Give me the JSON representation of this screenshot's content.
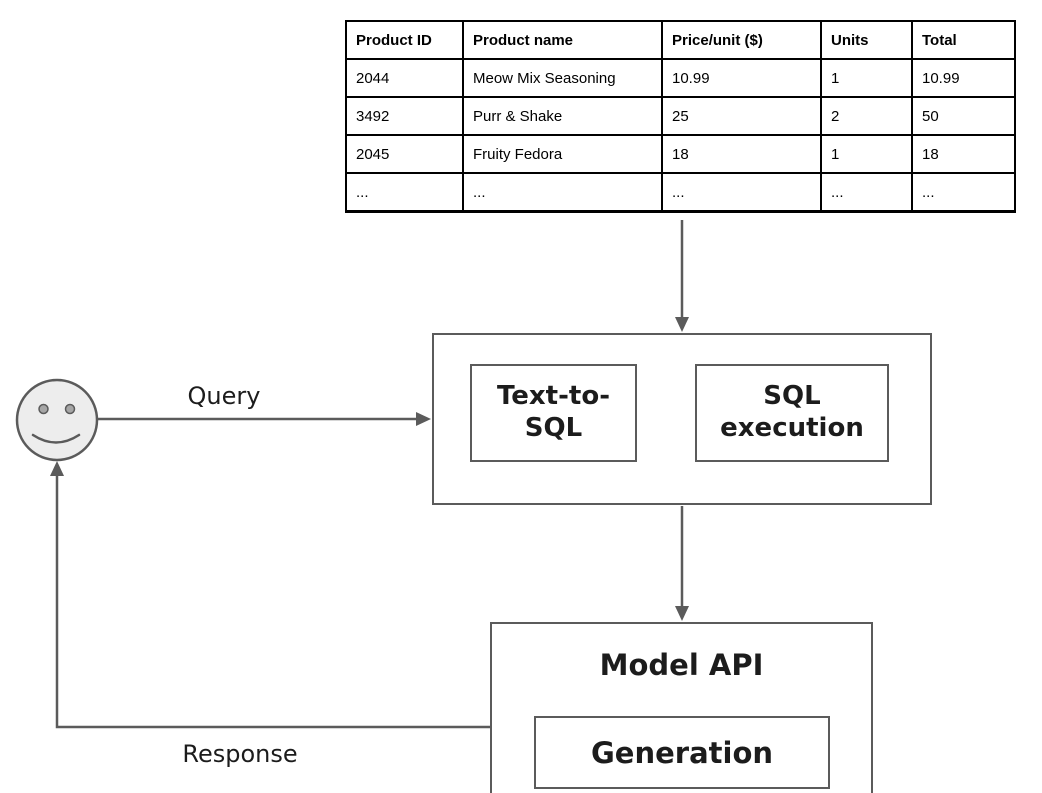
{
  "colors": {
    "background": "#ffffff",
    "table_border": "#000000",
    "connector_gray": "#5b5b5b",
    "label_text": "#1c1c1c",
    "smiley_fill": "#ededed",
    "smiley_eye_fill": "#a6a6a6"
  },
  "table": {
    "columns": [
      "Product ID",
      "Product name",
      "Price/unit ($)",
      "Units",
      "Total"
    ],
    "rows": [
      [
        "2044",
        "Meow Mix Seasoning",
        "10.99",
        "1",
        "10.99"
      ],
      [
        "3492",
        "Purr & Shake",
        "25",
        "2",
        "50"
      ],
      [
        "2045",
        "Fruity Fedora",
        "18",
        "1",
        "18"
      ],
      [
        "...",
        "...",
        "...",
        "...",
        "..."
      ]
    ]
  },
  "flow": {
    "query_label": "Query",
    "response_label": "Response",
    "text_to_sql": {
      "line1": "Text-to-",
      "line2": "SQL"
    },
    "sql_execution": {
      "line1": "SQL",
      "line2": "execution"
    },
    "model_api_title": "Model API",
    "generation_label": "Generation"
  },
  "icons": {
    "user": "smiley-face-icon"
  }
}
